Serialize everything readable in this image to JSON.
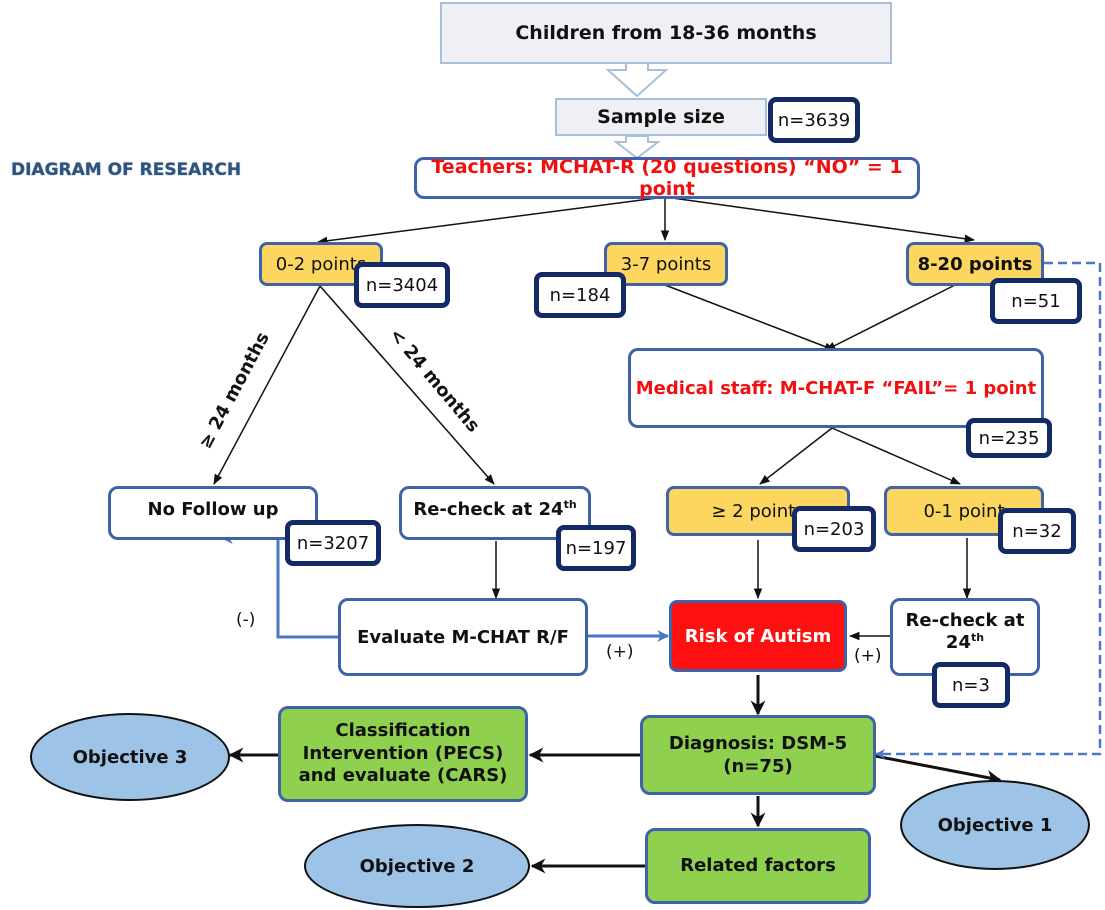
{
  "title": "DIAGRAM OF RESEARCH",
  "nodes": {
    "population": "Children from 18-36 months",
    "sample": {
      "label": "Sample size",
      "n": "n=3639"
    },
    "teachers": "Teachers: MCHAT-R (20 questions) “NO” = 1 point",
    "score_low": {
      "label": "0-2 points",
      "n": "n=3404"
    },
    "score_mid": {
      "label": "3-7 points",
      "n": "n=184"
    },
    "score_high": {
      "label": "8-20 points",
      "n": "n=51"
    },
    "no_follow": {
      "label": "No Follow up",
      "n": "n=3207"
    },
    "recheck_1": {
      "label": "Re-check at 24",
      "sup": "th",
      "n": "n=197"
    },
    "medical": {
      "label": "Medical staff: M-CHAT-F  “FAIL”= 1 point",
      "n": "n=235"
    },
    "fail_high": {
      "label": "≥ 2 points",
      "n": "n=203"
    },
    "fail_low": {
      "label": "0-1 point",
      "n": "n=32"
    },
    "evaluate": "Evaluate  M-CHAT R/F",
    "risk": "Risk of Autism",
    "recheck_2": {
      "line1": "Re-check at",
      "line2": "24",
      "sup": "th",
      "n": "n=3"
    },
    "diagnosis": {
      "line1": "Diagnosis: DSM-5",
      "line2": "(n=75)"
    },
    "classification": {
      "line1": "Classification",
      "line2": "Intervention (PECS)",
      "line3": "and evaluate (CARS)"
    },
    "related": "Related factors",
    "objective1": "Objective 1",
    "objective2": "Objective 2",
    "objective3": "Objective 3"
  },
  "edge_labels": {
    "age_over": "≥ 24 months",
    "age_under": "< 24 months",
    "negative": "(-)",
    "positive_left": "(+)",
    "positive_right": "(+)"
  },
  "colors": {
    "accent_blue": "#3f63a8",
    "count_border": "#132a66",
    "score_fill": "#fdd660",
    "risk_fill": "#ff1010",
    "outcome_fill": "#8fd14f",
    "objective_fill": "#9dc3e6",
    "highlight_text": "#f01010",
    "title_text": "#2f547f"
  }
}
